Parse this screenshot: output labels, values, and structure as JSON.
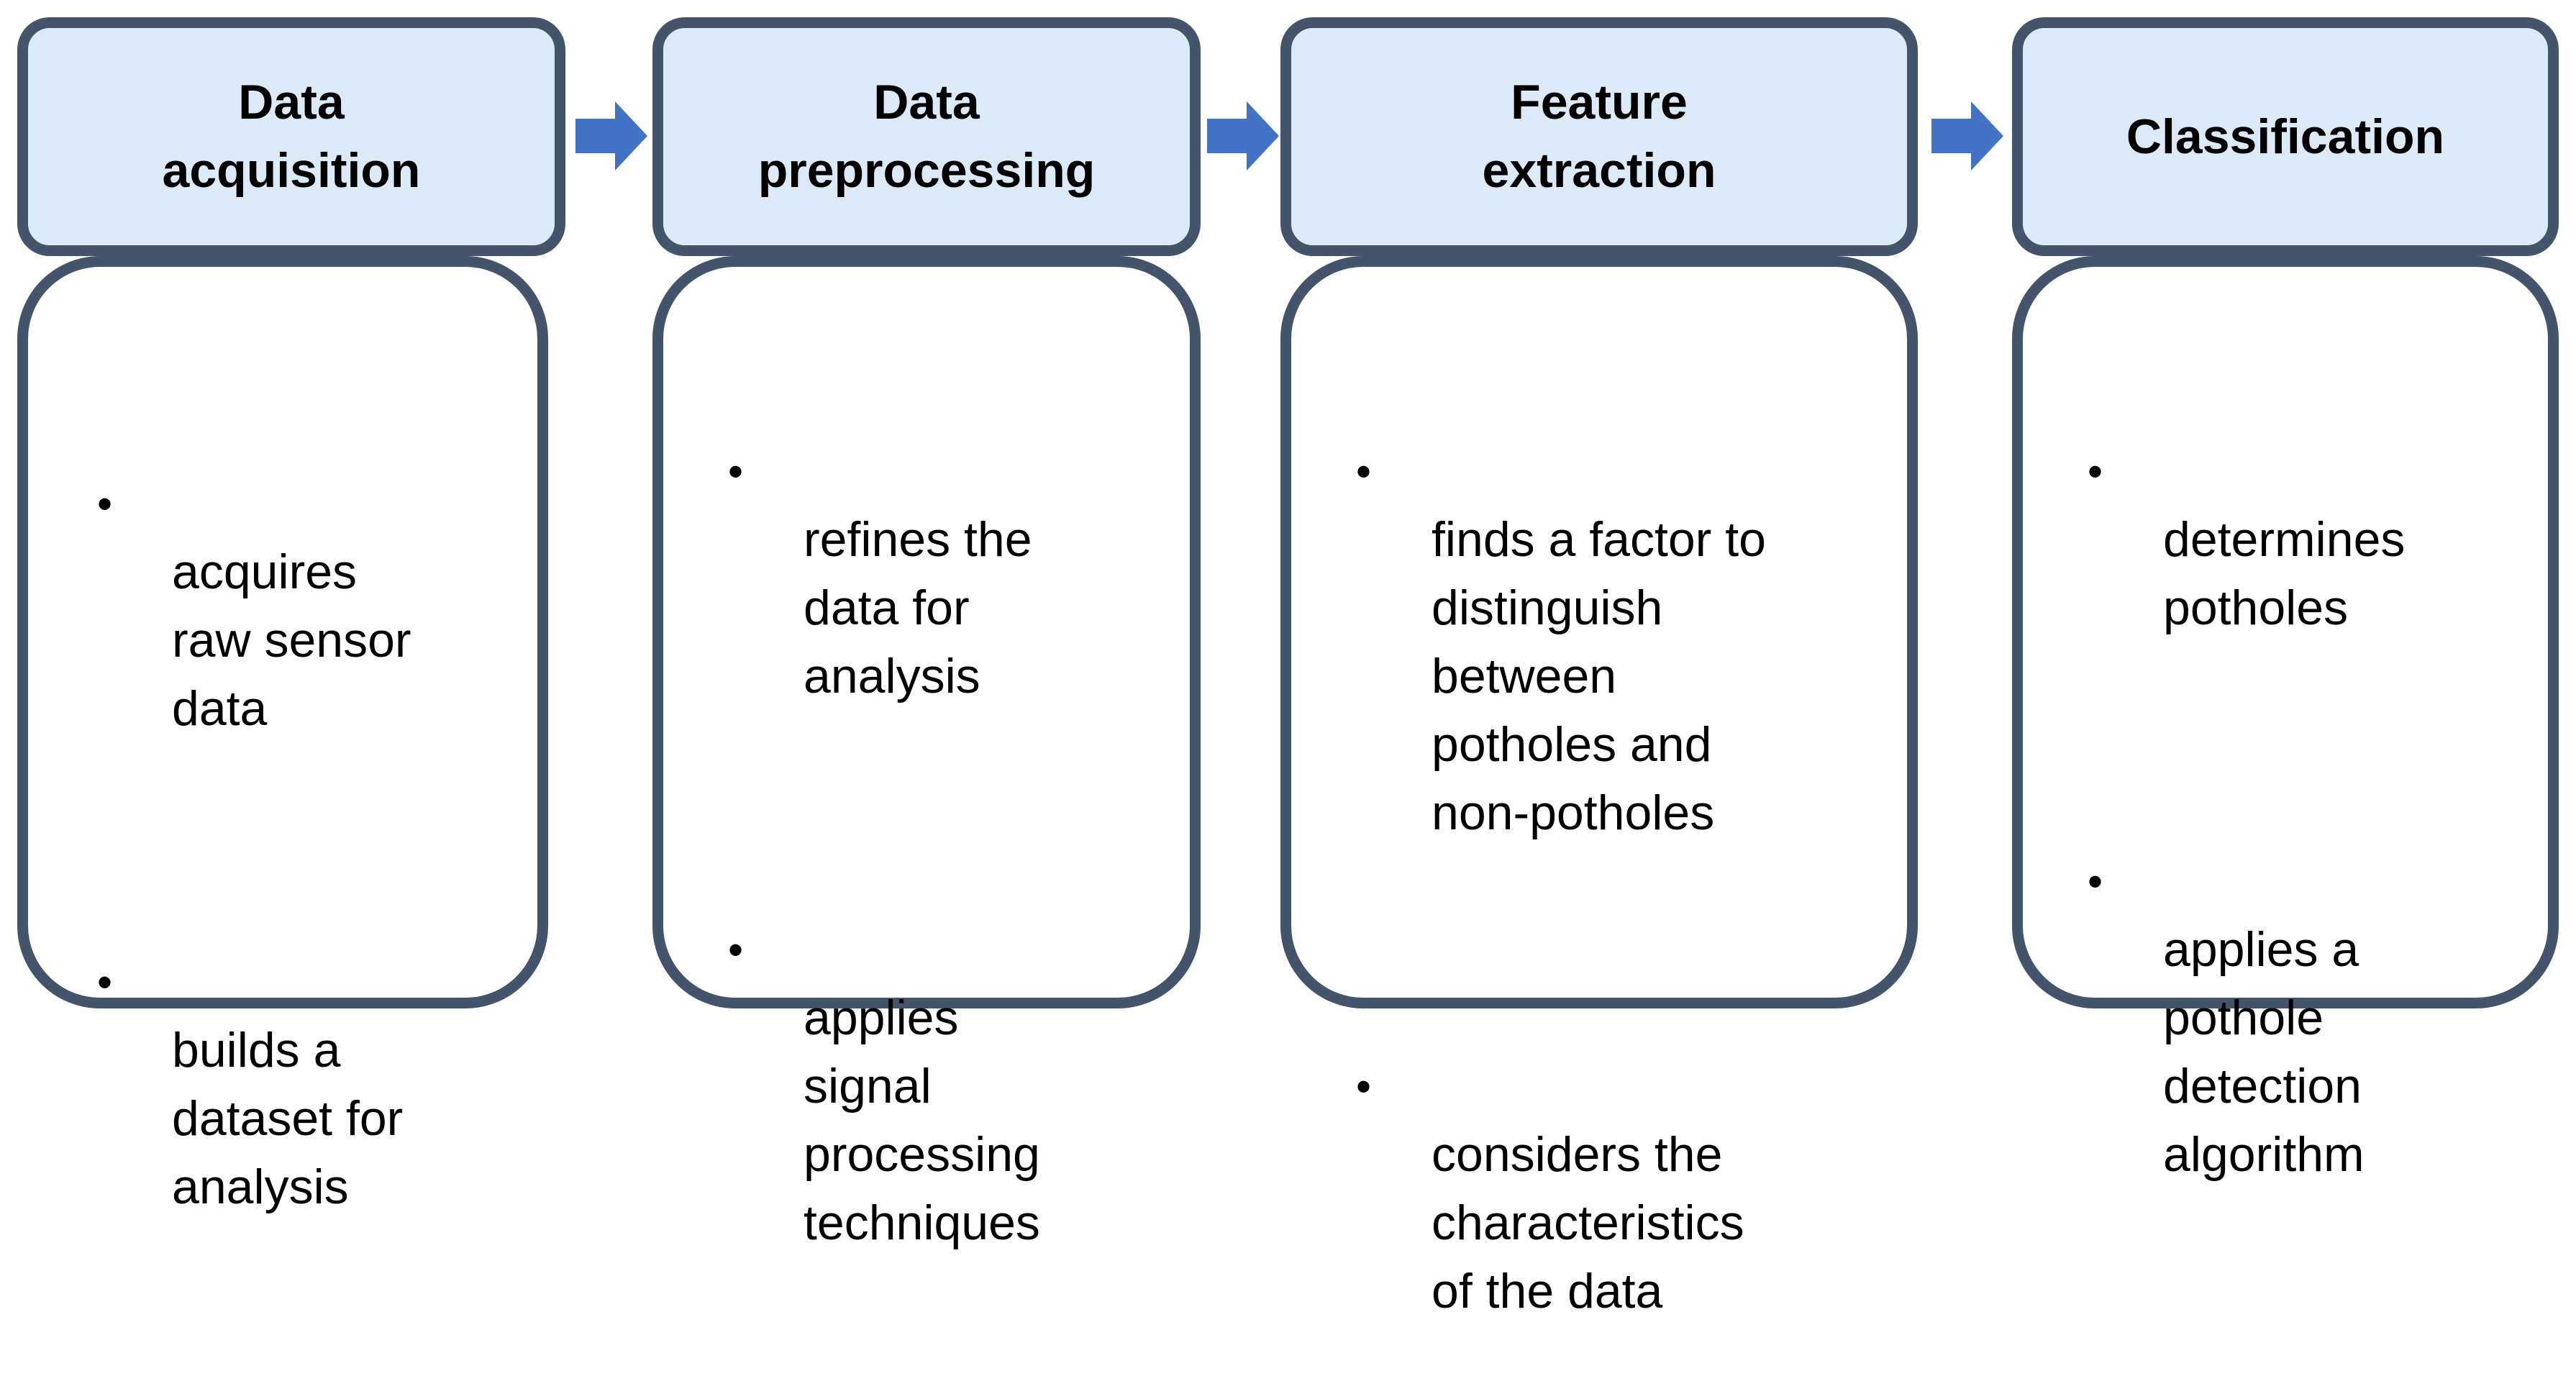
{
  "colors": {
    "header_fill": "#dce9f7",
    "box_border": "#44546a",
    "arrow": "#4472c4",
    "text": "#000000"
  },
  "stages": [
    {
      "title": "Data\nacquisition",
      "bullets": [
        "acquires\nraw sensor\ndata",
        "builds a\ndataset for\nanalysis"
      ]
    },
    {
      "title": "Data\npreprocessing",
      "bullets": [
        "refines the\ndata for\nanalysis",
        "applies\nsignal\nprocessing\ntechniques"
      ]
    },
    {
      "title": "Feature\nextraction",
      "bullets": [
        "finds a factor to\ndistinguish\nbetween\npotholes and\nnon-potholes",
        "considers the\ncharacteristics\nof the data"
      ]
    },
    {
      "title": "Classification",
      "bullets": [
        "determines\npotholes",
        "applies a\npothole\ndetection\nalgorithm"
      ]
    }
  ],
  "bullet_symbol": "•",
  "icons": {
    "flow_arrow": "right-arrow-icon"
  }
}
